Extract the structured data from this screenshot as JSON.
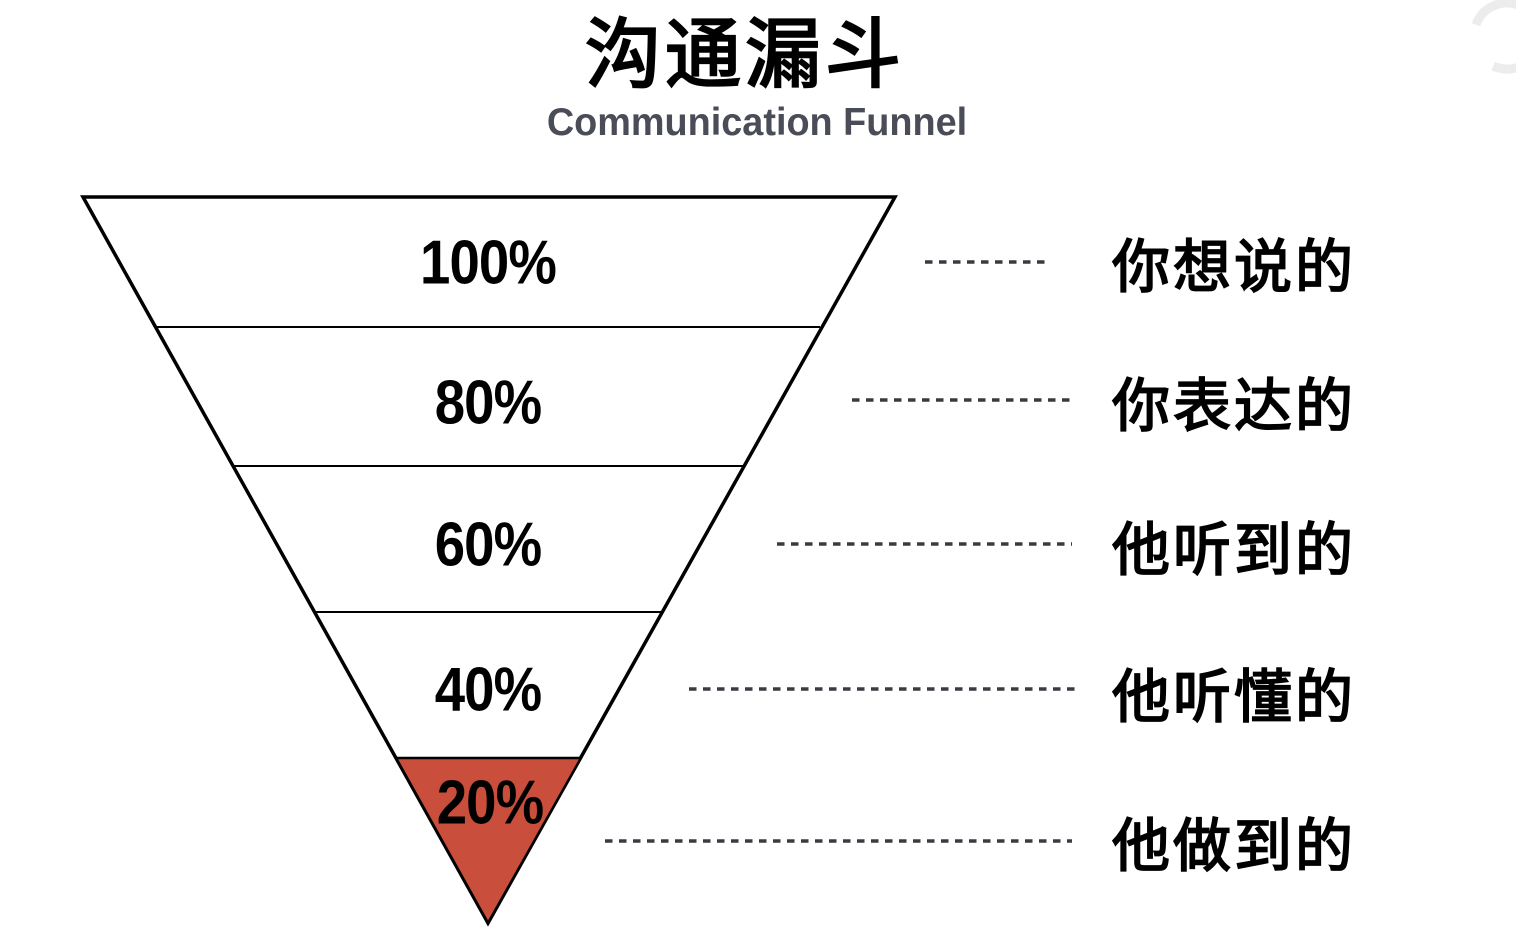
{
  "title": "沟通漏斗",
  "subtitle": "Communication Funnel",
  "chart_data": {
    "type": "funnel",
    "title": "沟通漏斗",
    "subtitle": "Communication Funnel",
    "orientation": "inverted-pyramid",
    "stages": [
      {
        "value": 100,
        "percent_label": "100%",
        "annotation": "你想说的",
        "highlighted": false
      },
      {
        "value": 80,
        "percent_label": "80%",
        "annotation": "你表达的",
        "highlighted": false
      },
      {
        "value": 60,
        "percent_label": "60%",
        "annotation": "他听到的",
        "highlighted": false
      },
      {
        "value": 40,
        "percent_label": "40%",
        "annotation": "他听懂的",
        "highlighted": false
      },
      {
        "value": 20,
        "percent_label": "20%",
        "annotation": "他做到的",
        "highlighted": true
      }
    ],
    "colors": {
      "stage_fill": "#FFFFFF",
      "highlight_fill": "#C94E3B",
      "outline": "#000000",
      "connector": "#3A3A42",
      "subtitle_text": "#4A4D57"
    }
  },
  "watermark": {
    "icon": "circular-arrow-watermark-icon",
    "color": "#ECECEC"
  }
}
